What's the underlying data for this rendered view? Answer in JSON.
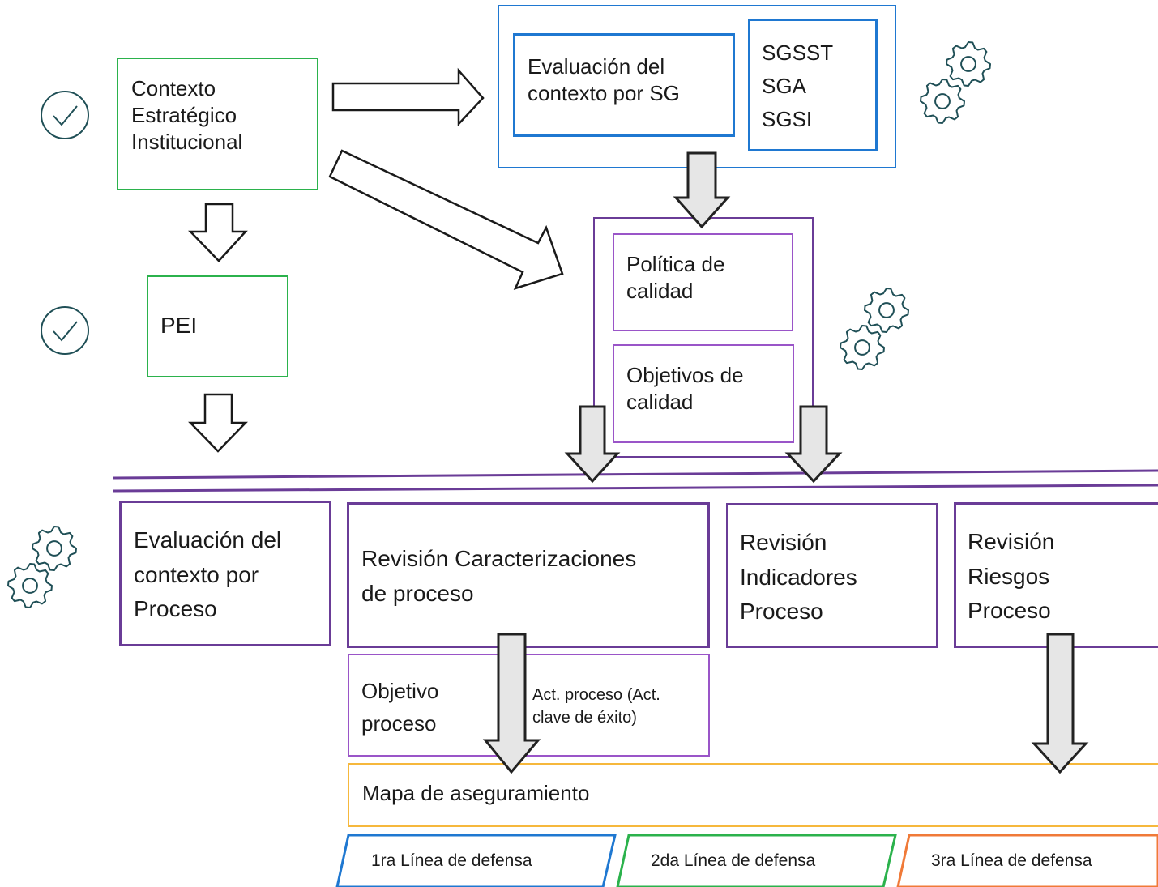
{
  "colors": {
    "green": "#2bb24c",
    "blue": "#1f78d1",
    "purple_dark": "#6a3c97",
    "purple_light": "#9a55c8",
    "orange_yellow": "#f6b83c",
    "orange": "#f07a38",
    "teal": "#1f4f56",
    "arrow_fill": "#e6e6e6",
    "arrow_stroke": "#222222"
  },
  "icons": {
    "check": "check-circle-icon",
    "gears": "gears-icon"
  },
  "nodes": {
    "contexto_estrategico": "Contexto\nEstratégico\nInstitucional",
    "pei": "PEI",
    "evaluacion_sg": "Evaluación del\ncontexto por SG",
    "sistemas": "SGSST\nSGA\nSGSI",
    "politica": "Política de\ncalidad",
    "objetivos": "Objetivos de\ncalidad",
    "evaluacion_proceso": "Evaluación del\ncontexto por\nProceso",
    "revision_caracterizaciones": "Revisión Caracterizaciones\nde proceso",
    "revision_indicadores": "Revisión\nIndicadores\nProceso",
    "revision_riesgos": "Revisión\nRiesgos\nProceso",
    "objetivo_proceso": "Objetivo\nproceso",
    "act_proceso": "Act. proceso (Act.\nclave de éxito)",
    "mapa_aseguramiento": "Mapa de aseguramiento"
  },
  "lines_of_defense": [
    "1ra Línea de defensa",
    "2da Línea de defensa",
    "3ra Línea de defensa"
  ]
}
